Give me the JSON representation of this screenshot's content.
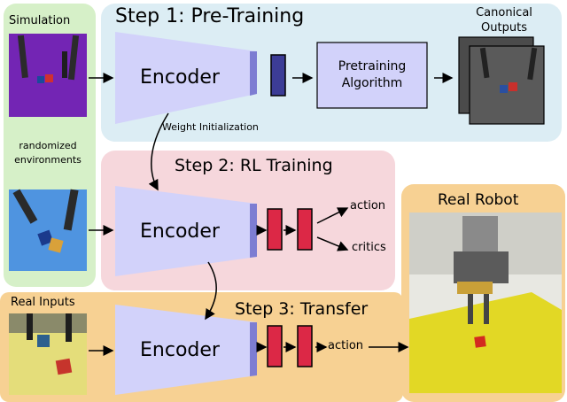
{
  "sim_panel": {
    "title": "Simulation",
    "middle_text": "randomized\nenvironments"
  },
  "step1": {
    "title": "Step 1: Pre-Training",
    "encoder": "Encoder",
    "algo": "Pretraining\nAlgorithm",
    "outputs_title": "Canonical\nOutputs"
  },
  "weight_init": "Weight Initialization",
  "step2": {
    "title": "Step 2: RL Training",
    "encoder": "Encoder",
    "action": "action",
    "critics": "critics"
  },
  "step3": {
    "title": "Step 3: Transfer",
    "encoder": "Encoder",
    "action": "action",
    "inputs_title": "Real Inputs"
  },
  "real_robot": {
    "title": "Real Robot"
  },
  "colors": {
    "sim_bg": "#d6f0c8",
    "step1_bg": "#dcedf4",
    "step2_bg": "#f6d7dc",
    "step3_bg": "#f7d193",
    "encoder": "#d2d2fa",
    "encoder_edge": "#7d7dd2",
    "feature": "#3c3c96",
    "layer": "#dc2846"
  }
}
